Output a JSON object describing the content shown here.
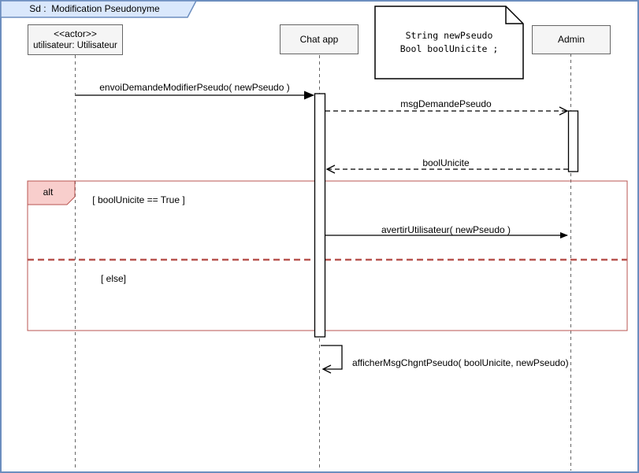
{
  "title": "Sd :  Modification Pseudonyme",
  "participants": [
    {
      "id": "utilisateur",
      "stereotype": "<<actor>>",
      "label": "utilisateur: Utilisateur"
    },
    {
      "id": "chatapp",
      "stereotype": "",
      "label": "Chat app"
    },
    {
      "id": "admin",
      "stereotype": "",
      "label": "Admin"
    }
  ],
  "note": {
    "lines": [
      "String newPseudo",
      "Bool boolUnicite ;"
    ]
  },
  "messages": [
    {
      "label": "envoiDemandeModifierPseudo( newPseudo )",
      "from": "utilisateur",
      "to": "chatapp",
      "line": "solid",
      "arrow": "filled"
    },
    {
      "label": "msgDemandePseudo",
      "from": "chatapp",
      "to": "admin",
      "line": "dashed",
      "arrow": "open"
    },
    {
      "label": "boolUnicite",
      "from": "admin",
      "to": "chatapp",
      "line": "dashed",
      "arrow": "open"
    },
    {
      "label": "avertirUtilisateur( newPseudo )",
      "from": "chatapp",
      "to": "admin",
      "line": "solid",
      "arrow": "filled"
    },
    {
      "label": "afficherMsgChgntPseudo( boolUnicite, newPseudo)",
      "from": "chatapp",
      "to": "chatapp",
      "line": "self",
      "arrow": "open"
    }
  ],
  "alt_frame": {
    "operator": "alt",
    "guards": [
      "[ boolUnicite == True ]",
      "[ else]"
    ]
  },
  "colors": {
    "canvas_border": "#6c8ebf",
    "title_tab_fill": "#dae8fc",
    "alt_tab_fill": "#f8cecc",
    "alt_border": "#b85450",
    "participant_fill": "#f5f5f5",
    "participant_border": "#666666",
    "lifeline": "#666666"
  }
}
